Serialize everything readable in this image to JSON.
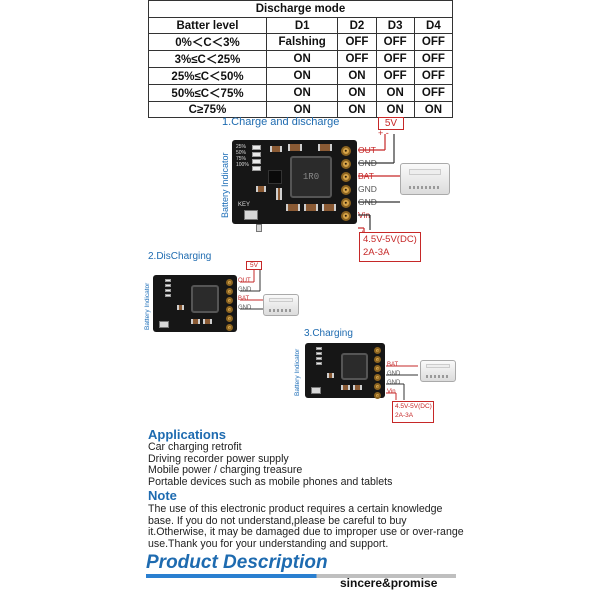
{
  "table": {
    "caption": "Discharge mode",
    "headers": [
      "Batter level",
      "D1",
      "D2",
      "D3",
      "D4"
    ],
    "rows": [
      [
        "0%＜C＜3%",
        "Falshing",
        "OFF",
        "OFF",
        "OFF"
      ],
      [
        "3%≤C＜25%",
        "ON",
        "OFF",
        "OFF",
        "OFF"
      ],
      [
        "25%≤C＜50%",
        "ON",
        "ON",
        "OFF",
        "OFF"
      ],
      [
        "50%≤C＜75%",
        "ON",
        "ON",
        "ON",
        "OFF"
      ],
      [
        "C≥75%",
        "ON",
        "ON",
        "ON",
        "ON"
      ]
    ]
  },
  "diagram1": {
    "title": "1.Charge and discharge",
    "battery_label": "Battery Indicator",
    "key_label": "KEY",
    "inductor_mark": "1R0",
    "pins": [
      "OUT",
      "GND",
      "BAT",
      "GND",
      "GND",
      "Vin"
    ],
    "out_box": "5V",
    "out_polarity": "+  -",
    "in_polarity": "+  -",
    "in_box_line1": "4.5V-5V(DC)",
    "in_box_line2": "2A-3A"
  },
  "diagram2": {
    "title": "2.DisCharging",
    "battery_label": "Battery Indicator",
    "out_box": "5V",
    "pins": [
      "OUT",
      "GND",
      "BAT",
      "GND"
    ]
  },
  "diagram3": {
    "title": "3.Charging",
    "battery_label": "Battery Indicator",
    "pins": [
      "BAT",
      "GND",
      "GND",
      "Vin"
    ],
    "in_box_line1": "4.5V-5V(DC)",
    "in_box_line2": "2A-3A"
  },
  "applications": {
    "title": "Applications",
    "items": [
      "Car charging retrofit",
      "Driving recorder power supply",
      "Mobile power / charging treasure",
      "Portable devices such as mobile phones and tablets"
    ]
  },
  "note": {
    "title": "Note",
    "text": "The use of this electronic product requires a certain knowledge base. If you do not understand,please be careful to buy it.Otherwise, it may be damaged due to improper use or over-range use.Thank you for your understanding and support."
  },
  "footer": {
    "title": "Product Description",
    "brand": "sincere&promise"
  },
  "colors": {
    "accent_blue": "#1e6bb0",
    "wire_red": "#c62828",
    "board": "#161616"
  }
}
